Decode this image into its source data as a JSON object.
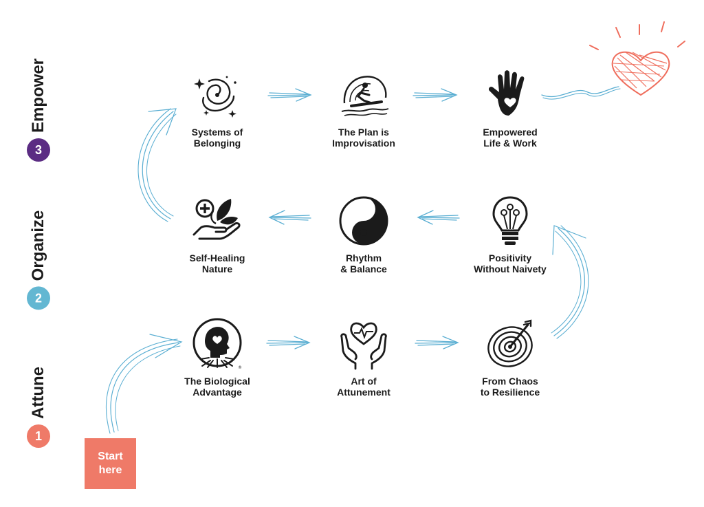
{
  "phases": [
    {
      "num": "3",
      "name": "Empower",
      "color": "#5b2c83"
    },
    {
      "num": "2",
      "name": "Organize",
      "color": "#63b7d2"
    },
    {
      "num": "1",
      "name": "Attune",
      "color": "#ef7a68"
    }
  ],
  "start_button": {
    "label": "Start\nhere",
    "color": "#ef7a68"
  },
  "nodes": {
    "systems_of_belonging": {
      "label": "Systems of\nBelonging",
      "icon": "galaxy-icon"
    },
    "plan_is_improvisation": {
      "label": "The Plan is\nImprovisation",
      "icon": "surfer-icon"
    },
    "empowered_life_work": {
      "label": "Empowered\nLife & Work",
      "icon": "hand-heart-icon"
    },
    "self_healing_nature": {
      "label": "Self-Healing\nNature",
      "icon": "healing-hand-icon"
    },
    "rhythm_balance": {
      "label": "Rhythm\n& Balance",
      "icon": "yin-yang-icon"
    },
    "positivity_without_naivety": {
      "label": "Positivity\nWithout Naivety",
      "icon": "lightbulb-icon"
    },
    "biological_advantage": {
      "label": "The Biological\nAdvantage",
      "icon": "brain-heart-icon"
    },
    "art_of_attunement": {
      "label": "Art of\nAttunement",
      "icon": "hands-heart-icon"
    },
    "chaos_to_resilience": {
      "label": "From Chaos\nto Resilience",
      "icon": "target-icon"
    }
  },
  "colors": {
    "arrow": "#5aaed2",
    "heart": "#ef6d5c",
    "ink": "#1b1b1b"
  }
}
